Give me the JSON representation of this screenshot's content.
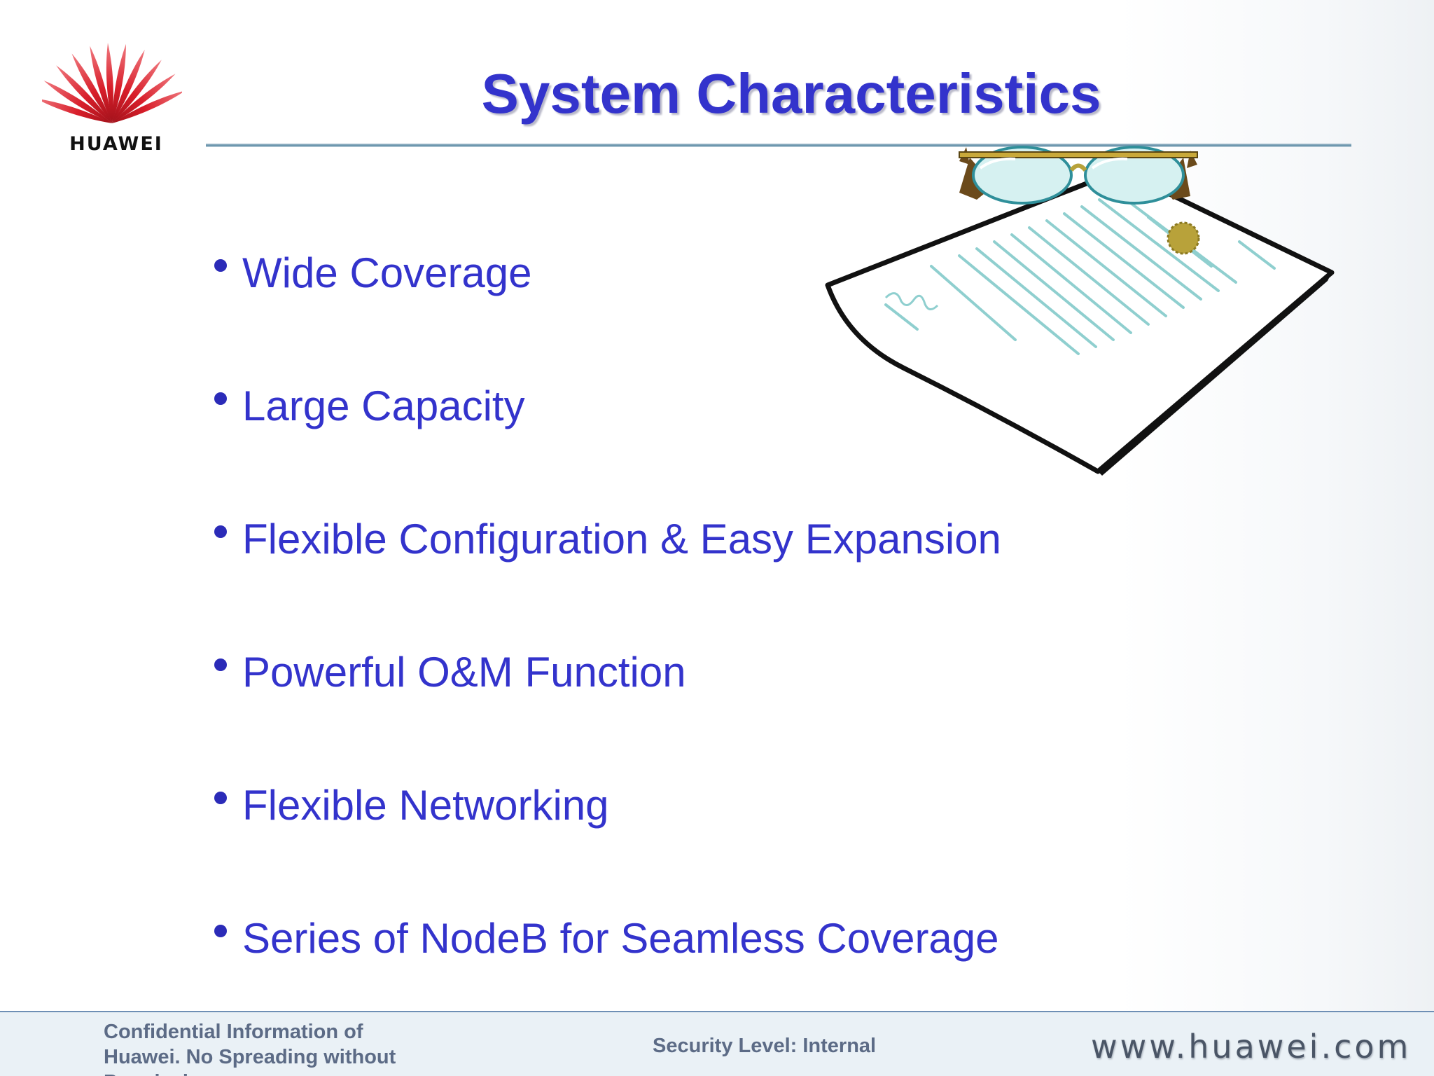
{
  "logo": {
    "text": "HUAWEI",
    "icon": "huawei-petal-logo",
    "color": "#d81e2a"
  },
  "title": "System Characteristics",
  "bullets": [
    "Wide Coverage",
    "Large Capacity",
    "Flexible Configuration & Easy Expansion",
    "Powerful O&M Function",
    "Flexible Networking",
    "Series of NodeB for Seamless Coverage"
  ],
  "illustration": {
    "icon": "document-with-glasses-clipart"
  },
  "footer": {
    "confidential": "Confidential Information of Huawei. No Spreading without Permission",
    "security": "Security Level: Internal",
    "url": "www.huawei.com"
  },
  "colors": {
    "accent": "#3333cc",
    "footer_text": "#5c6b86",
    "footer_bg": "#eaf1f6"
  }
}
